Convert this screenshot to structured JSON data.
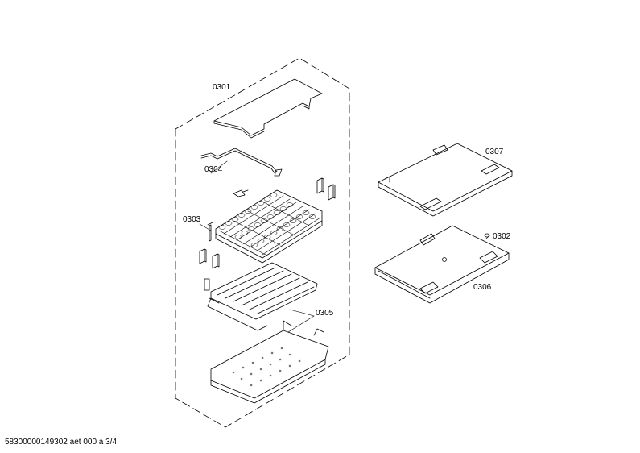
{
  "labels": {
    "p0301": "0301",
    "p0304": "0304",
    "p0303": "0303",
    "p0305": "0305",
    "p0307": "0307",
    "p0302": "0302",
    "p0306": "0306"
  },
  "footer": "58300000149302 aet 000 a 3/4"
}
